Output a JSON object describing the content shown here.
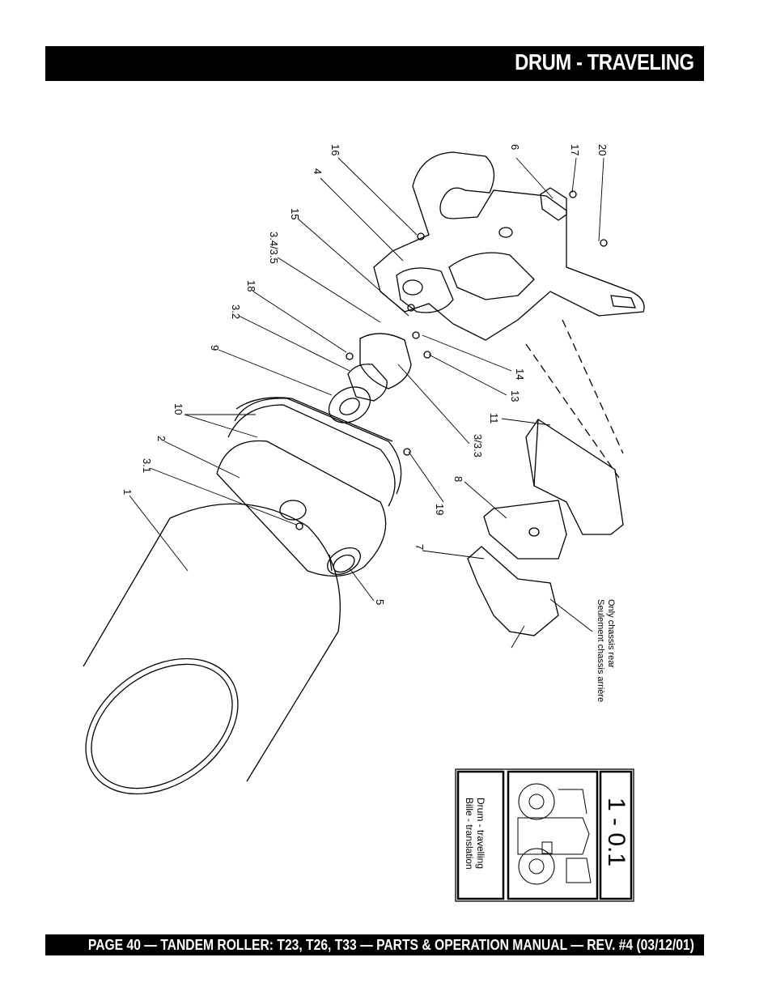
{
  "header": {
    "title": "DRUM - TRAVELING"
  },
  "footer": {
    "text": "PAGE 40 — TANDEM ROLLER: T23, T26, T33 — PARTS & OPERATION MANUAL — REV. #4 (03/12/01)"
  },
  "callouts": {
    "c16": "16",
    "c4": "4",
    "c15": "15",
    "c34": "3.4/3.5",
    "c18": "18",
    "c32": "3.2",
    "c9": "9",
    "c10": "10",
    "c2": "2",
    "c31": "3.1",
    "c1": "1",
    "c6": "6",
    "c17": "17",
    "c20": "20",
    "c14": "14",
    "c13": "13",
    "c11": "11",
    "c33": "3/3.3",
    "c8": "8",
    "c19": "19",
    "c7": "7",
    "c5": "5"
  },
  "note": {
    "line1": "Only chassis rear",
    "line2": "Seulement chassis arrière"
  },
  "plate": {
    "code": "1 - 0.1",
    "line1": "Drum - travelling",
    "line2": "Bille - translation"
  }
}
